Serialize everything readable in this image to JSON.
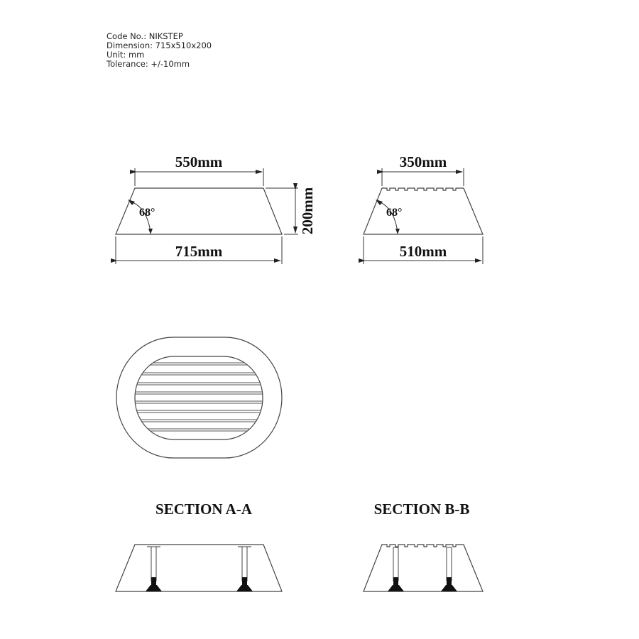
{
  "spec": {
    "code": "Code No.: NIKSTEP",
    "dimension": "Dimension: 715x510x200",
    "unit": "Unit: mm",
    "tolerance": "Tolerance: +/-10mm"
  },
  "front_view": {
    "top_width": "550mm",
    "bottom_width": "715mm",
    "height": "200mm",
    "angle": "68°"
  },
  "side_view": {
    "top_width": "350mm",
    "bottom_width": "510mm",
    "angle": "68°"
  },
  "plan_view": {
    "slat_count": 8
  },
  "sections": {
    "a": "SECTION A-A",
    "b": "SECTION B-B"
  }
}
